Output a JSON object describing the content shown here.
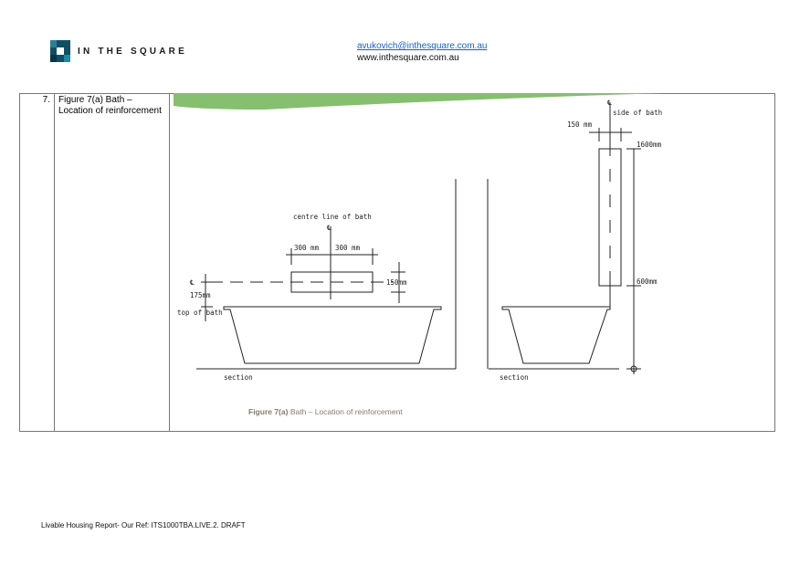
{
  "header": {
    "brand": "IN THE SQUARE",
    "email": "avukovich@inthesquare.com.au",
    "website": "www.inthesquare.com.au"
  },
  "row": {
    "number": "7.",
    "description": "Figure 7(a) Bath – Location of reinforcement"
  },
  "figure": {
    "left": {
      "centre_label": "centre line of bath",
      "cl_symbol": "℄",
      "dim_left": "300 mm",
      "dim_right": "300 mm",
      "dim_height": "150mm",
      "dim_175": "175mm",
      "top_label": "top of bath",
      "section": "section"
    },
    "right": {
      "cl_symbol": "℄",
      "side_label": "side of bath",
      "dim_width": "150 mm",
      "dim_top": "1600mm",
      "dim_bottom": "600mm",
      "section": "section"
    },
    "caption_bold": "Figure 7(a)",
    "caption_rest": " Bath – Location of reinforcement"
  },
  "footer": "Livable Housing Report- Our Ref: ITS1000TBA.LIVE.2. DRAFT"
}
